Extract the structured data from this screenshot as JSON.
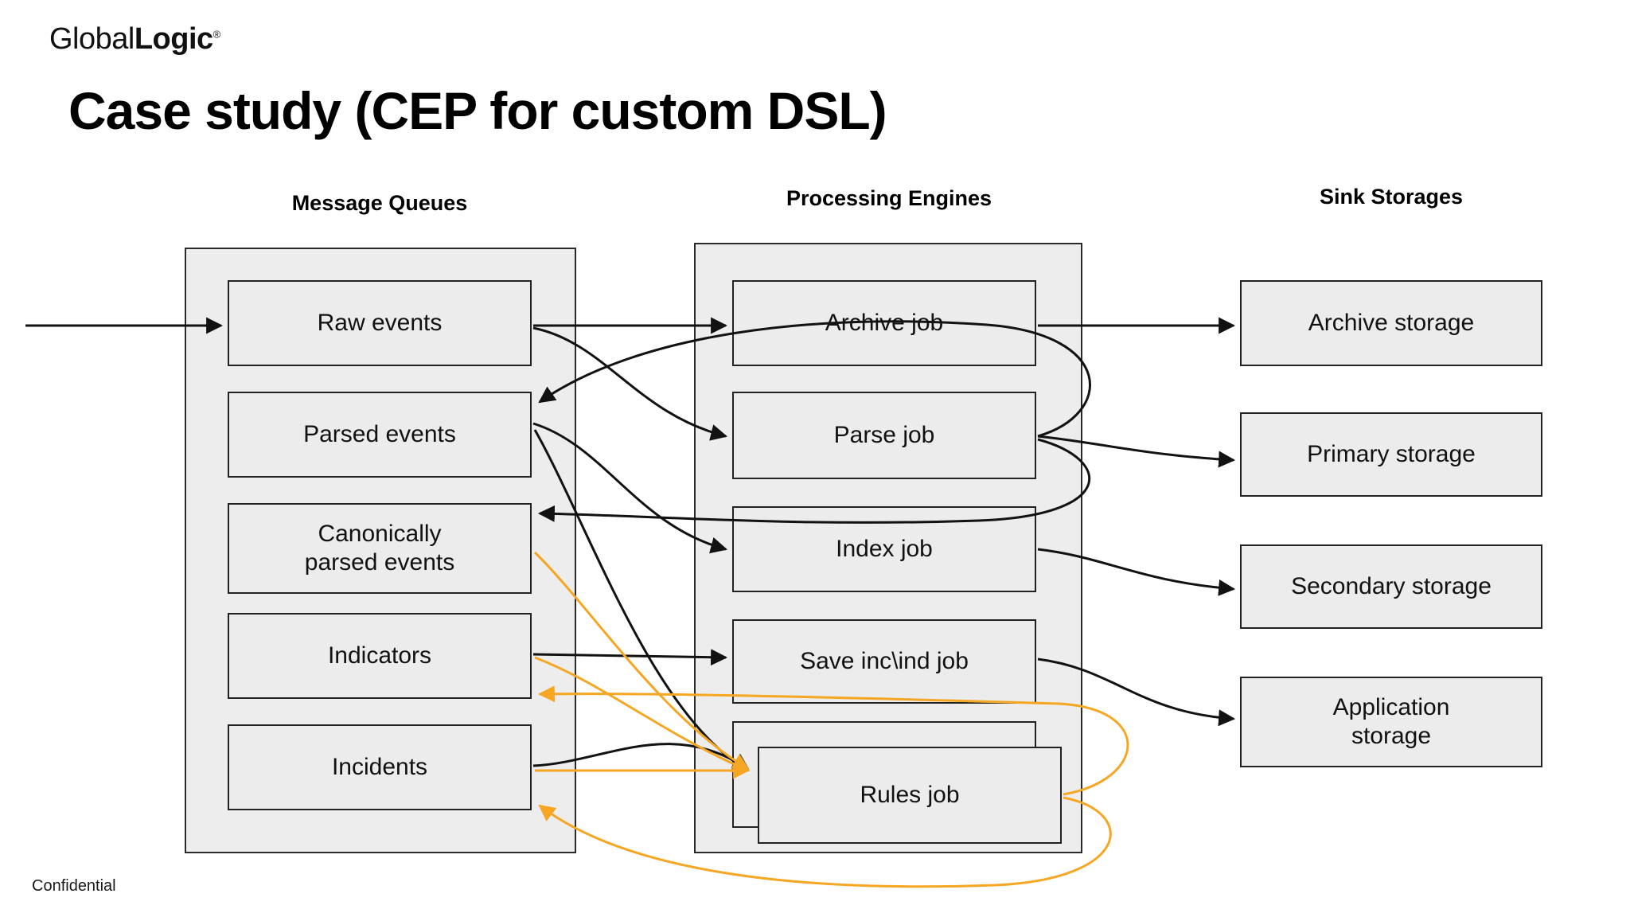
{
  "brand": {
    "logo_light": "Global",
    "logo_bold": "Logic",
    "logo_trademark": "®"
  },
  "slide": {
    "title": "Case study (CEP for custom DSL)",
    "footer": "Confidential"
  },
  "columns": {
    "message_queues": "Message Queues",
    "processing_engines": "Processing Engines",
    "sink_storages": "Sink Storages"
  },
  "message_queues": {
    "nodes": [
      {
        "label": "Raw events"
      },
      {
        "label": "Parsed events"
      },
      {
        "label": "Canonically\nparsed events"
      },
      {
        "label": "Indicators"
      },
      {
        "label": "Incidents"
      }
    ]
  },
  "processing_engines": {
    "nodes": [
      {
        "label": "Archive job"
      },
      {
        "label": "Parse job"
      },
      {
        "label": "Index job"
      },
      {
        "label": "Save inc\\ind job"
      },
      {
        "label": "Rules job"
      }
    ]
  },
  "sink_storages": {
    "nodes": [
      {
        "label": "Archive storage"
      },
      {
        "label": "Primary storage"
      },
      {
        "label": "Secondary storage"
      },
      {
        "label": "Application\nstorage"
      }
    ]
  },
  "colors": {
    "panel_background": "#ededed",
    "node_background": "#ececec",
    "border": "#222222",
    "edge_black": "#121212",
    "edge_orange": "#f5a623",
    "title": "#000000"
  }
}
